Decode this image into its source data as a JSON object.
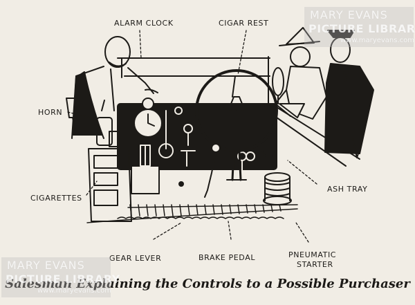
{
  "illustration": {
    "caption": "Salesman Explaining the Controls to a Possible Purchaser",
    "labels": {
      "alarm_clock": "ALARM CLOCK",
      "cigar_rest": "CIGAR REST",
      "horn": "HORN",
      "cigarettes": "CIGARETTES",
      "ash_tray": "ASH TRAY",
      "gear_lever": "GEAR LEVER",
      "brake_pedal": "BRAKE PEDAL",
      "pneumatic_starter_line1": "PNEUMATIC",
      "pneumatic_starter_line2": "STARTER"
    }
  },
  "watermark": {
    "name": "MARY EVANS",
    "library": "PICTURE LIBRARY",
    "url": "www.maryevans.com"
  }
}
